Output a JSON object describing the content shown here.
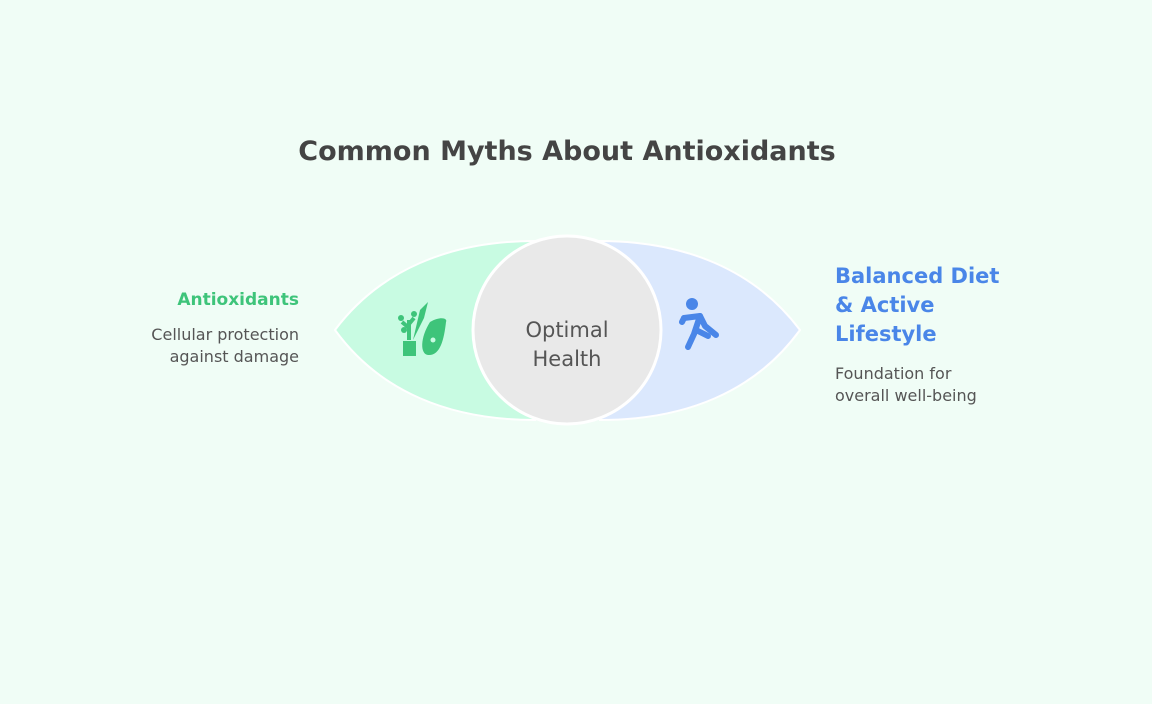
{
  "title": "Common Myths About Antioxidants",
  "center": {
    "label_line1": "Optimal",
    "label_line2": "Health"
  },
  "left": {
    "title": "Antioxidants",
    "desc_line1": "Cellular protection",
    "desc_line2": "against damage",
    "icon": "plant-fruit-icon"
  },
  "right": {
    "title": "Balanced Diet & Active Lifestyle",
    "desc_line1": "Foundation for",
    "desc_line2": "overall well-being",
    "icon": "running-person-icon"
  },
  "colors": {
    "left_fill": "#c8fbe2",
    "left_accent": "#3ec47a",
    "right_fill": "#dbe8fd",
    "right_accent": "#4a86e8",
    "center_fill": "#e9e9e9",
    "background": "#f0fdf6"
  }
}
